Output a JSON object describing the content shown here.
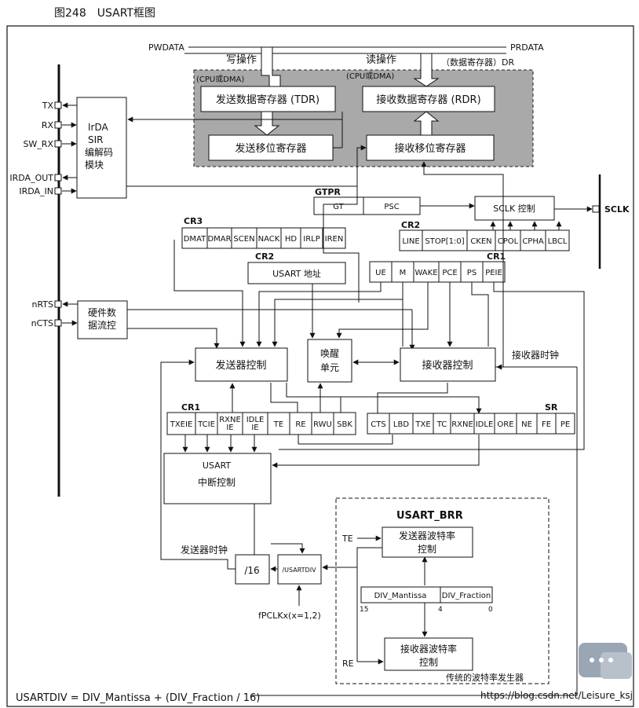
{
  "figure": {
    "caption": "图248　USART框图",
    "formula": "USARTDIV = DIV_Mantissa + (DIV_Fraction / 16)",
    "watermark": "https://blog.csdn.net/Leisure_ksj"
  },
  "bus": {
    "pwdata": "PWDATA",
    "prdata": "PRDATA",
    "write_op": "写操作",
    "read_op": "读操作",
    "dr": "（数据寄存器）DR",
    "cpu_dma_left": "(CPU或DMA)",
    "cpu_dma_right": "(CPU或DMA)"
  },
  "registers": {
    "tdr": "发送数据寄存器 (TDR)",
    "rdr": "接收数据寄存器 (RDR)",
    "tx_shift": "发送移位寄存器",
    "rx_shift": "接收移位寄存器"
  },
  "pins": {
    "tx": "TX",
    "rx": "RX",
    "sw_rx": "SW_RX",
    "irda_out": "IRDA_OUT",
    "irda_in": "IRDA_IN",
    "nrts": "nRTS",
    "ncts": "nCTS",
    "sclk": "SCLK"
  },
  "irda": {
    "line1": "IrDA",
    "line2": "SIR",
    "line3": "编解码",
    "line4": "模块"
  },
  "flow_ctrl": {
    "line1": "硬件数",
    "line2": "据流控"
  },
  "gtpr": {
    "label": "GTPR",
    "gt": "GT",
    "psc": "PSC"
  },
  "sclk_ctrl": "SCLK 控制",
  "cr3": {
    "label": "CR3",
    "bits": [
      "DMAT",
      "DMAR",
      "SCEN",
      "NACK",
      "HD",
      "IRLP",
      "IREN"
    ]
  },
  "cr2_top": {
    "label": "CR2",
    "bits": [
      "LINE",
      "STOP[1:0]",
      "CKEN",
      "CPOL",
      "CPHA",
      "LBCL"
    ]
  },
  "cr2_addr": {
    "label": "CR2",
    "addr": "USART 地址"
  },
  "cr1_top": {
    "label": "CR1",
    "bits": [
      "UE",
      "M",
      "WAKE",
      "PCE",
      "PS",
      "PEIE"
    ]
  },
  "units": {
    "tx_ctrl": "发送器控制",
    "wake_1": "唤醒",
    "wake_2": "单元",
    "rx_ctrl": "接收器控制",
    "rx_clock": "接收器时钟"
  },
  "cr1_bottom": {
    "label": "CR1",
    "bits": [
      "TXEIE",
      "TCIE",
      "RXNE IE",
      "IDLE IE",
      "TE",
      "RE",
      "RWU",
      "SBK"
    ]
  },
  "sr": {
    "label": "SR",
    "bits": [
      "CTS",
      "LBD",
      "TXE",
      "TC",
      "RXNE",
      "IDLE",
      "ORE",
      "NE",
      "FE",
      "PE"
    ]
  },
  "interrupt": {
    "line1": "USART",
    "line2": "中断控制"
  },
  "baud": {
    "title": "USART_BRR",
    "te": "TE",
    "re": "RE",
    "tx_baud_1": "发送器波特率",
    "tx_baud_2": "控制",
    "mantissa": "DIV_Mantissa",
    "fraction": "DIV_Fraction",
    "bit15": "15",
    "bit4": "4",
    "bit0": "0",
    "rx_baud_1": "接收器波特率",
    "rx_baud_2": "控制",
    "generator": "传统的波特率发生器",
    "div16": "/16",
    "usartdiv": "/USARTDIV",
    "tx_clock": "发送器时钟",
    "fpclk": "fPCLKx(x=1,2)"
  }
}
